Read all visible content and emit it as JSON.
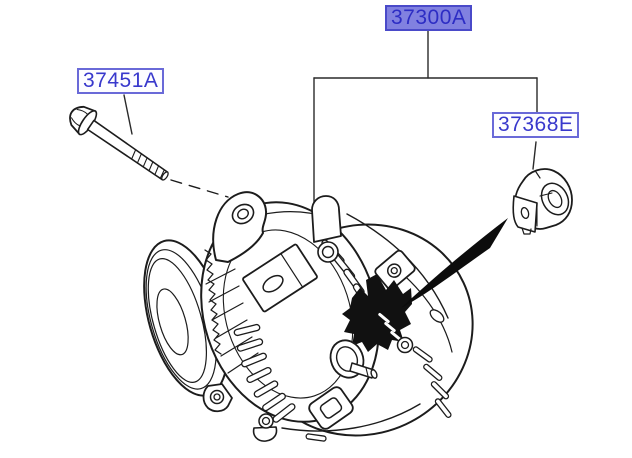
{
  "page": {
    "background": "#ffffff",
    "kind": "parts-catalog-illustration"
  },
  "diagram": {
    "line_color": "#1c1c1c",
    "pointer_fill": "#0c0c0c",
    "label_style": {
      "text_color": "#3838cc",
      "border_color": "#6a6ad8",
      "background": "#fdfdff"
    },
    "selected_style": {
      "background": "#8181e0",
      "border_color": "#4a4ac9",
      "text_color": "#2d2dc4"
    },
    "labels": [
      {
        "part_no": "37451A",
        "selected": false,
        "points_to": "mounting-bolt"
      },
      {
        "part_no": "37300A",
        "selected": true,
        "points_to": "alternator-assembly"
      },
      {
        "part_no": "37368E",
        "selected": false,
        "points_to": "terminal-cap"
      }
    ]
  }
}
